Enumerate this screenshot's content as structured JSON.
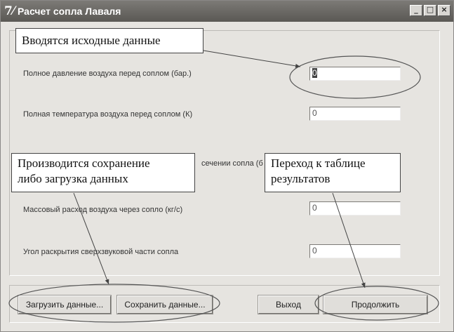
{
  "window": {
    "title": "Расчет сопла Лаваля",
    "minimize": "_",
    "maximize": "□",
    "close": "×"
  },
  "fields": [
    {
      "label": "Полное давление воздуха перед соплом (бар.)",
      "value": "0"
    },
    {
      "label": "Полная температура воздуха перед соплом (К)",
      "value": "0"
    },
    {
      "label": "сечении сопла (б",
      "value": ""
    },
    {
      "label": "Массовый расход воздуха через сопло (кг/с)",
      "value": "0"
    },
    {
      "label": "Угол раскрытия сверхзвуковой части сопла",
      "value": "0"
    }
  ],
  "buttons": {
    "load": "Загрузить данные...",
    "save": "Сохранить данные...",
    "exit": "Выход",
    "continue": "Продолжить"
  },
  "callouts": {
    "input_data": "Вводятся исходные данные",
    "save_load": [
      "Производится сохранение",
      "либо загрузка данных"
    ],
    "results": [
      "Переход к таблице",
      "результатов"
    ]
  }
}
